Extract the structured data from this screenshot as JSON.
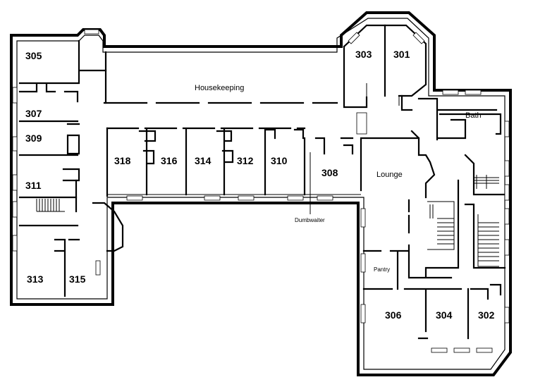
{
  "floor_plan": {
    "rooms": {
      "r301": "301",
      "r302": "302",
      "r303": "303",
      "r304": "304",
      "r305": "305",
      "r306": "306",
      "r307": "307",
      "r308": "308",
      "r309": "309",
      "r310": "310",
      "r311": "311",
      "r312": "312",
      "r313": "313",
      "r314": "314",
      "r315": "315",
      "r316": "316",
      "r318": "318"
    },
    "areas": {
      "housekeeping": "Housekeeping",
      "bath": "Bath",
      "lounge": "Lounge",
      "pantry": "Pantry",
      "dumbwaiter": "Dumbwaiter"
    }
  }
}
